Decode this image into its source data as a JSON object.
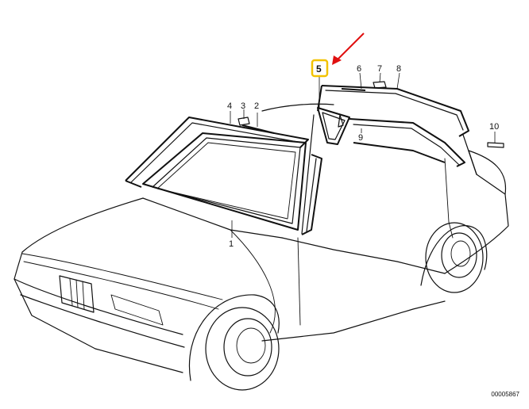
{
  "callouts": {
    "c1": "1",
    "c2": "2",
    "c3": "3",
    "c4": "4",
    "c5": "5",
    "c6": "6",
    "c7": "7",
    "c8": "8",
    "c9": "9",
    "c10": "10"
  },
  "highlight_color": "#f2c200",
  "arrow_color": "#e01010",
  "part_code": "00005867"
}
